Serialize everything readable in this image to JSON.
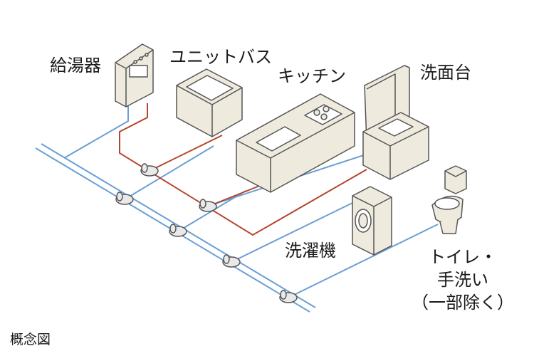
{
  "labels": {
    "water_heater": "給湯器",
    "unit_bath": "ユニットバス",
    "kitchen": "キッチン",
    "washbasin": "洗面台",
    "washing_machine": "洗濯機",
    "toilet_line1": "トイレ・",
    "toilet_line2": "手洗い",
    "toilet_line3": "（一部除く）"
  },
  "caption": "概念図",
  "colors": {
    "cold_pipe": "#6a9fd4",
    "hot_pipe": "#b5452a",
    "fixture_fill": "#efeade",
    "fixture_stroke": "#555555"
  }
}
